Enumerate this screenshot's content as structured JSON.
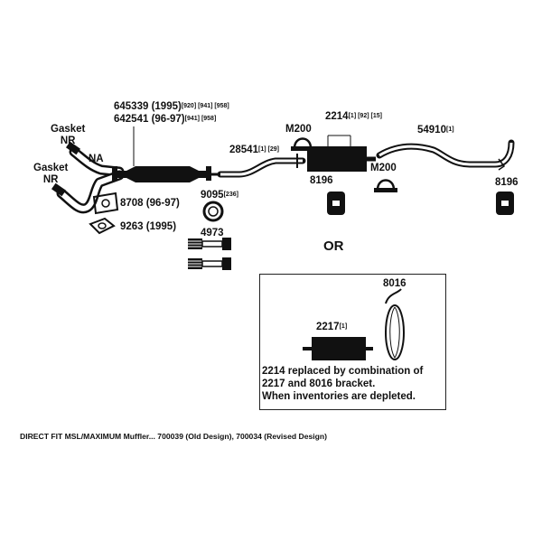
{
  "labels": {
    "gasket1": [
      "Gasket",
      "NR"
    ],
    "gasket2": [
      "Gasket",
      "NR"
    ],
    "na": "NA",
    "cat1": {
      "text": "645339 (1995)",
      "refs": "[920] [941] [958]"
    },
    "cat2": {
      "text": "642541 (96-97)",
      "refs": "[941] [958]"
    },
    "p8708": "8708 (96-97)",
    "p9263": "9263 (1995)",
    "p9095": {
      "text": "9095",
      "refs": "[236]"
    },
    "p4973": "4973",
    "p28541": {
      "text": "28541",
      "refs": "[1] [29]"
    },
    "m200a": "M200",
    "m200b": "M200",
    "p2214": {
      "text": "2214",
      "refs": "[1] [92] [15]"
    },
    "p54910": {
      "text": "54910",
      "refs": "[1]"
    },
    "p8196a": "8196",
    "p8196b": "8196",
    "or": "OR",
    "p8016": "8016",
    "p2217": {
      "text": "2217",
      "refs": "[1]"
    }
  },
  "note": [
    "2214 replaced by combination of",
    "2217 and 8016 bracket.",
    "When inventories are depleted."
  ],
  "footer": "DIRECT FIT MSL/MAXIMUM Muffler... 700039 (Old Design), 700034 (Revised Design)"
}
